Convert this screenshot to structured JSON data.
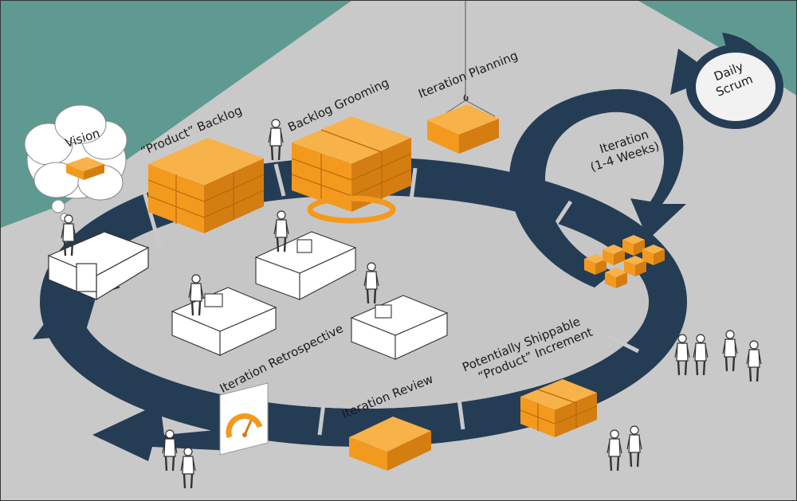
{
  "labels": {
    "vision": "Vision",
    "product_backlog": "“Product” Backlog",
    "backlog_grooming": "Backlog Grooming",
    "iteration_planning": "Iteration Planning",
    "daily_scrum_line1": "Daily",
    "daily_scrum_line2": "Scrum",
    "iteration_line1": "Iteration",
    "iteration_line2": "(1-4 Weeks)",
    "potentially_line1": "Potentially Shippable",
    "potentially_line2": "“Product” Increment",
    "iteration_review": "Iteration Review",
    "iteration_retrospective": "Iteration Retrospective"
  },
  "colors": {
    "background": "#c9c9c9",
    "corner_teal": "#5e9a92",
    "arrow_navy": "#253c55",
    "box_orange": "#f39a1e",
    "box_orange_dark": "#d47d10",
    "box_orange_light": "#f8b24a",
    "cloud": "#ffffff"
  }
}
